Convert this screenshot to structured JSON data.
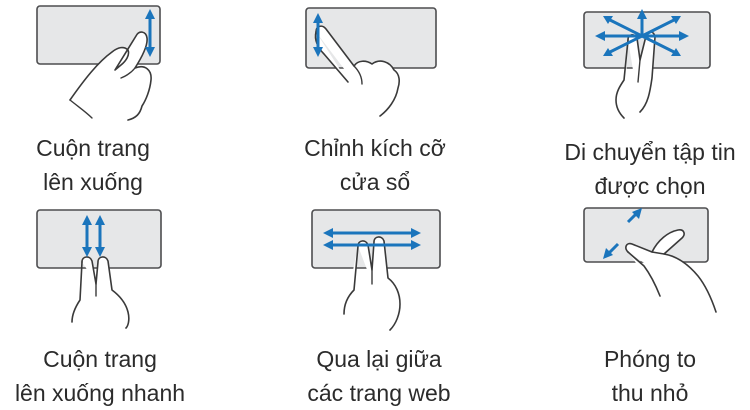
{
  "colors": {
    "arrow": "#1b75bc",
    "pad": "#e6e7e8",
    "outline": "#4d4d4f",
    "text": "#2b2b2b"
  },
  "gestures": [
    {
      "icon": "two-finger-vertical-scroll-icon",
      "line1": "Cuộn trang",
      "line2": "lên xuống"
    },
    {
      "icon": "resize-window-icon",
      "line1": "Chỉnh kích cỡ",
      "line2": "cửa sổ"
    },
    {
      "icon": "move-selected-item-icon",
      "line1": "Di chuyển tập tin",
      "line2": "được chọn"
    },
    {
      "icon": "fast-vertical-scroll-icon",
      "line1": "Cuộn trang",
      "line2": "lên xuống nhanh"
    },
    {
      "icon": "horizontal-swipe-navigation-icon",
      "line1": "Qua lại giữa",
      "line2": "các trang web"
    },
    {
      "icon": "pinch-zoom-icon",
      "line1": "Phóng to",
      "line2": "thu nhỏ"
    }
  ]
}
